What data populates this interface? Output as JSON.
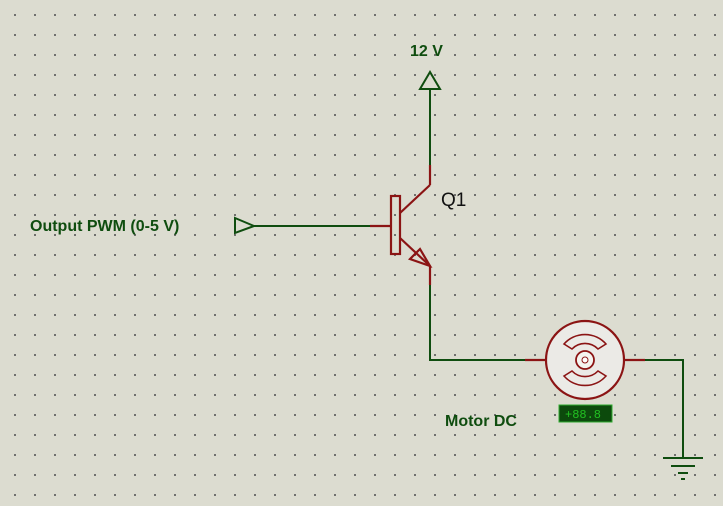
{
  "labels": {
    "power_rail": "12 V",
    "input_pin": "Output PWM (0-5 V)",
    "transistor": "Q1",
    "motor": "Motor DC",
    "motor_readout": "+88.8"
  }
}
